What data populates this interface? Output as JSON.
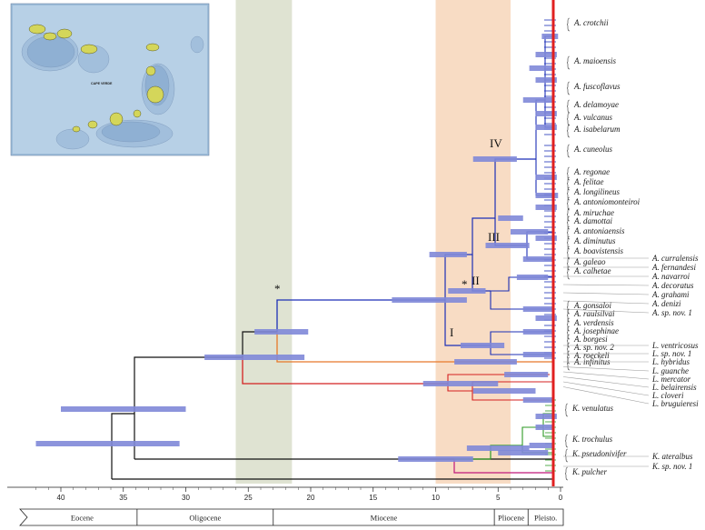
{
  "colors": {
    "blue_tree": "#1c2fb6",
    "orange_tree": "#e8782a",
    "red_tree": "#d42020",
    "green_tree": "#2e9a25",
    "magenta_tree": "#c0187a",
    "error_bar": "#8088d8",
    "present_line": "#e02020",
    "oligo_miocene_band": "#dfe3d2",
    "mio_plio_band": "#f8dcc4"
  },
  "map": {
    "label": "CAPE VERDE"
  },
  "clades": [
    "IV",
    "III",
    "II",
    "I"
  ],
  "markers": {
    "star": "*"
  },
  "species": [
    "A. crotchii",
    "A. maioensis",
    "A. fuscoflavus",
    "A. delamoyae",
    "A. vulcanus",
    "A. isabelarum",
    "A. cuneolus",
    "A. regonae",
    "A. felitae",
    "A. longilineus",
    "A. antoniomonteiroi",
    "A. miruchae",
    "A. damottai",
    "A. antoniaensis",
    "A. diminutus",
    "A. boavistensis",
    "A. galeao",
    "A. calhetae",
    "A. curralensis",
    "A. fernandesi",
    "A. navarroi",
    "A. decoratus",
    "A. grahami",
    "A. denizi",
    "A. sp. nov. 1",
    "A. gonsaloi",
    "A. raulsilvai",
    "A. verdensis",
    "A. josephinae",
    "A. borgesi",
    "A. sp. nov. 2",
    "A. roeckeli",
    "A. infinitus",
    "L. ventricosus",
    "L. sp. nov. 1",
    "L. hybridus",
    "L. guanche",
    "L. mercator",
    "L. belairensis",
    "L. cloveri",
    "L. bruguieresi",
    "K. venulatus",
    "K. trochulus",
    "K. pseudonivifer",
    "K. ateralbus",
    "K. sp. nov. 1",
    "K. pulcher"
  ],
  "axis": {
    "ticks": [
      "40",
      "35",
      "30",
      "25",
      "20",
      "15",
      "10",
      "5",
      "0"
    ],
    "tick_values": [
      40,
      35,
      30,
      25,
      20,
      15,
      10,
      5,
      0
    ]
  },
  "epochs": [
    "Eocene",
    "Oligocene",
    "Miocene",
    "Pliocene",
    "Pleisto."
  ],
  "bands": {
    "oligo_miocene": [
      26,
      21.5
    ],
    "mio_plio": [
      10,
      4
    ]
  }
}
